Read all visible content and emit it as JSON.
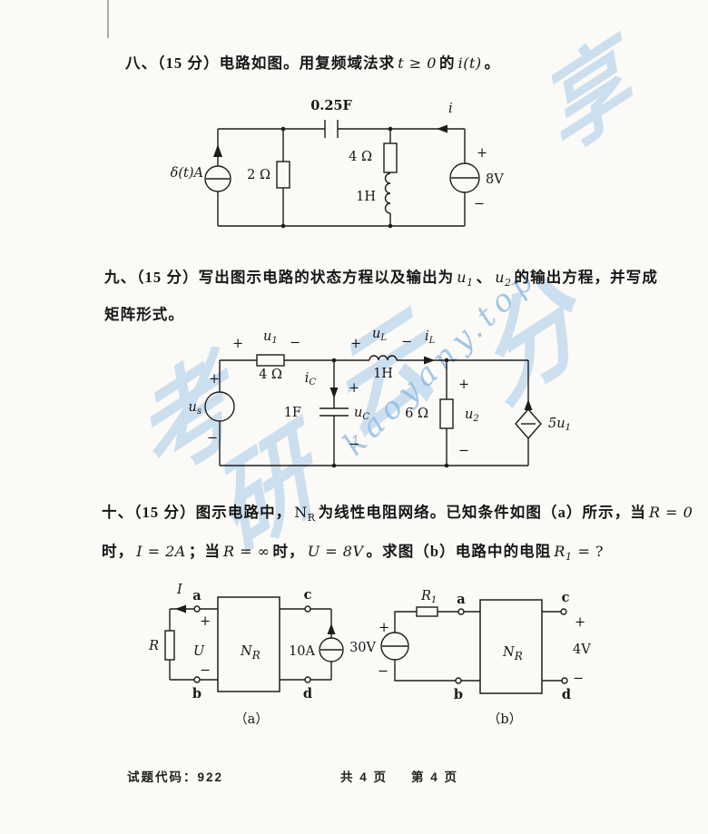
{
  "sym": {
    "plus": "+",
    "minus": "−"
  },
  "watermark": {
    "chars": [
      "考",
      "研",
      "云",
      "分",
      "享"
    ],
    "site": "kaoyany.top"
  },
  "problems": {
    "p8": {
      "seg1": "八、（15 分）电路如图。用复频域法求",
      "seg2": "t ≥ 0",
      "seg3": "的",
      "seg4": "i(t)",
      "seg5": "。"
    },
    "p9": {
      "seg1": "九、（15 分）写出图示电路的状态方程以及输出为",
      "u1b": "u",
      "u1s": "1",
      "seg2": "、",
      "u2b": "u",
      "u2s": "2",
      "seg3": "的输出方程，并写成",
      "line2": "矩阵形式。"
    },
    "p10": {
      "seg1": "十、（15 分）图示电路中，",
      "nb": "N",
      "ns": "R",
      "seg2": "为线性电阻网络。已知条件如图（a）所示，当",
      "m1": "R = 0",
      "seg3": "时，",
      "m2": "I = 2A",
      "seg4": "；当",
      "m3": "R = ∞",
      "seg5": "时，",
      "m4": "U = 8V",
      "seg6": "。求图（b）电路中的电阻",
      "m5b": "R",
      "m5s": "1",
      "seg7": "= ?"
    }
  },
  "circuit1": {
    "cap": "0.25F",
    "current": "i",
    "source": "δ(t)A",
    "r1": "2 Ω",
    "r2": "4 Ω",
    "ind": "1H",
    "vsrc": "8V"
  },
  "circuit2": {
    "u1b": "u",
    "u1s": "1",
    "r1": "4 Ω",
    "usb": "u",
    "uss": "s",
    "icb": "i",
    "ics": "C",
    "cap": "1F",
    "ucb": "u",
    "ucs": "C",
    "ulb": "u",
    "uls": "L",
    "ind": "1H",
    "ilb": "i",
    "ils": "L",
    "r2": "6 Ω",
    "u2b": "u",
    "u2s": "2",
    "depb": "5u",
    "deps": "1"
  },
  "circuit3a": {
    "i": "I",
    "a": "a",
    "b": "b",
    "c": "c",
    "d": "d",
    "r": "R",
    "u": "U",
    "nb": "N",
    "ns": "R",
    "isrc": "10A",
    "caption": "（a）"
  },
  "circuit3b": {
    "r1b": "R",
    "r1s": "1",
    "vsrc": "30V",
    "a": "a",
    "b": "b",
    "c": "c",
    "d": "d",
    "nb": "N",
    "ns": "R",
    "v": "4V",
    "caption": "（b）"
  },
  "footer": {
    "code": "试题代码：922",
    "total": "共 4 页",
    "page": "第 4 页"
  }
}
